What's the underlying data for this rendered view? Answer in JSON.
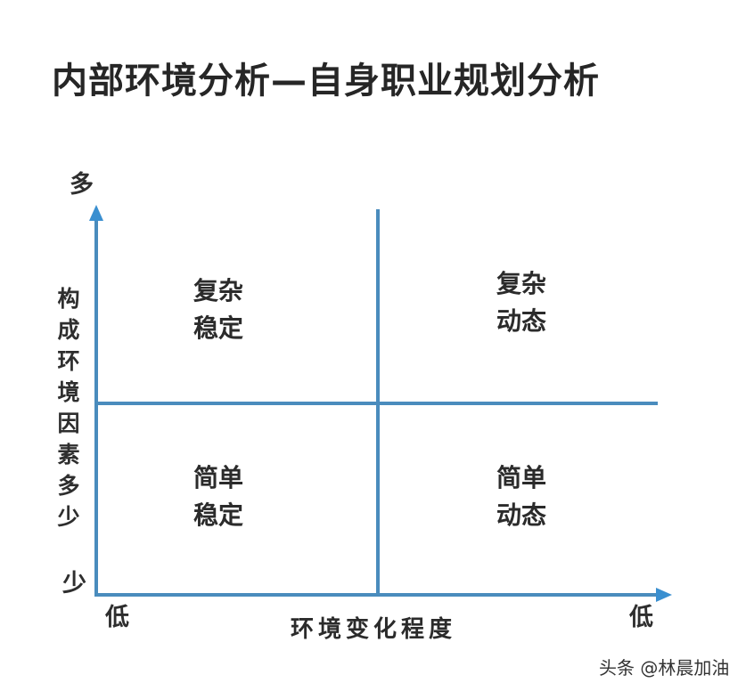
{
  "title": "内部环境分析—自身职业规划分析",
  "diagram": {
    "type": "quadrant",
    "y_axis": {
      "label_chars": [
        "构",
        "成",
        "环",
        "境",
        "因",
        "素",
        "多",
        "少"
      ],
      "label": "构成环境因素多少",
      "top": "多",
      "bottom": "少"
    },
    "x_axis": {
      "label": "环境变化程度",
      "left": "低",
      "right": "低"
    },
    "quadrants": {
      "top_left": [
        "复杂",
        "稳定"
      ],
      "top_right": [
        "复杂",
        "动态"
      ],
      "bottom_left": [
        "简单",
        "稳定"
      ],
      "bottom_right": [
        "简单",
        "动态"
      ]
    },
    "colors": {
      "axis": "#4a8cbd",
      "arrow": "#3a8fd0",
      "text": "#2b2b2b"
    }
  },
  "watermark": "头条 @林晨加油"
}
